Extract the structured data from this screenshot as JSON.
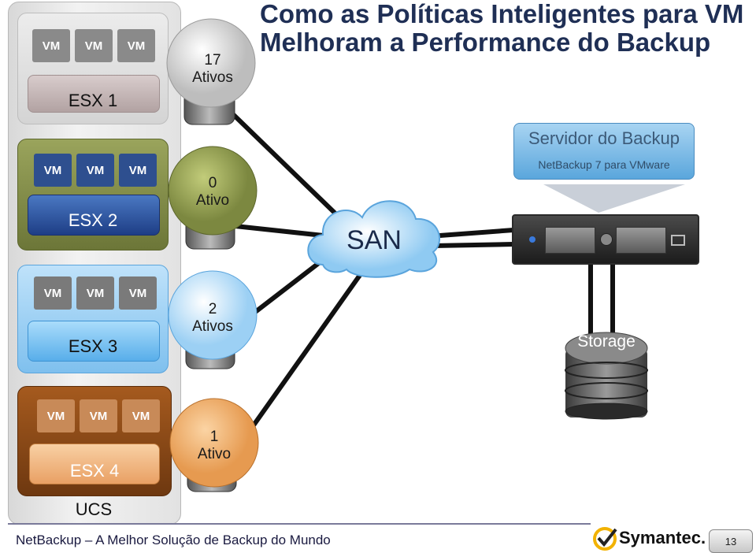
{
  "title": {
    "line1": "Como as Políticas Inteligentes para VM",
    "line2": "Melhoram a Performance do Backup"
  },
  "ucs_label": "UCS",
  "vm_label": "VM",
  "hosts": [
    {
      "label": "ESX 1",
      "count_num": "17",
      "count_word": "Ativos",
      "color": "#cfcfcf"
    },
    {
      "label": "ESX 2",
      "count_num": "0",
      "count_word": "Ativo",
      "color": "#7f8b4a"
    },
    {
      "label": "ESX 3",
      "count_num": "2",
      "count_word": "Ativos",
      "color": "#8ac8f2"
    },
    {
      "label": "ESX 4",
      "count_num": "1",
      "count_word": "Ativo",
      "color": "#8a4a16"
    }
  ],
  "san_label": "SAN",
  "server": {
    "title": "Servidor do Backup",
    "subtitle": "NetBackup 7 para VMware"
  },
  "storage_label": "Storage",
  "footer": {
    "text": "NetBackup – A Melhor Solução de Backup do Mundo",
    "brand": "Symantec.",
    "page": "13"
  }
}
